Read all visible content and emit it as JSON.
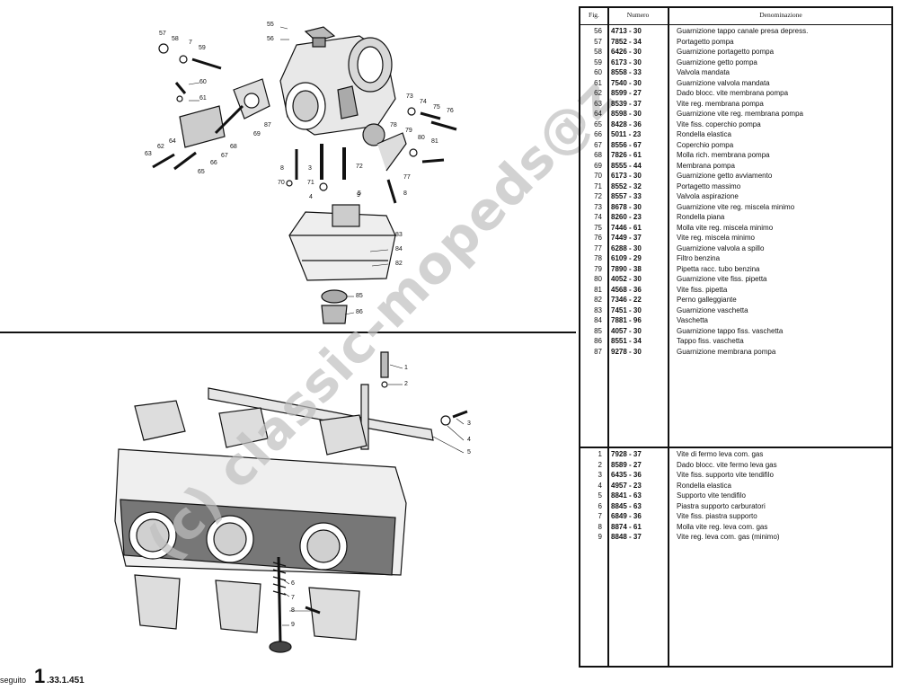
{
  "table": {
    "header": {
      "fig": "Fig.",
      "numero": "Numero",
      "denominazione": "Denominazione"
    },
    "group1": [
      {
        "fig": "56",
        "numero": "4713 - 30",
        "desc": "Guarnizione tappo canale presa depress."
      },
      {
        "fig": "57",
        "numero": "7852 - 34",
        "desc": "Portagetto pompa"
      },
      {
        "fig": "58",
        "numero": "6426 - 30",
        "desc": "Guarnizione portagetto pompa"
      },
      {
        "fig": "59",
        "numero": "6173 - 30",
        "desc": "Guarnizione getto pompa"
      },
      {
        "fig": "60",
        "numero": "8558 - 33",
        "desc": "Valvola mandata"
      },
      {
        "fig": "61",
        "numero": "7540 - 30",
        "desc": "Guarnizione valvola mandata"
      },
      {
        "fig": "62",
        "numero": "8599 - 27",
        "desc": "Dado blocc. vite membrana pompa"
      },
      {
        "fig": "63",
        "numero": "8539 - 37",
        "desc": "Vite reg. membrana pompa"
      },
      {
        "fig": "64",
        "numero": "8598 - 30",
        "desc": "Guarnizione vite reg. membrana pompa"
      },
      {
        "fig": "65",
        "numero": "8428 - 36",
        "desc": "Vite fiss. coperchio pompa"
      },
      {
        "fig": "66",
        "numero": "5011 - 23",
        "desc": "Rondella elastica"
      },
      {
        "fig": "67",
        "numero": "8556 - 67",
        "desc": "Coperchio pompa"
      },
      {
        "fig": "68",
        "numero": "7826 - 61",
        "desc": "Molla rich. membrana pompa"
      },
      {
        "fig": "69",
        "numero": "8555 - 44",
        "desc": "Membrana pompa"
      },
      {
        "fig": "70",
        "numero": "6173 - 30",
        "desc": "Guarnizione getto avviamento"
      },
      {
        "fig": "71",
        "numero": "8552 - 32",
        "desc": "Portagetto massimo"
      },
      {
        "fig": "72",
        "numero": "8557 - 33",
        "desc": "Valvola aspirazione"
      },
      {
        "fig": "73",
        "numero": "8678 - 30",
        "desc": "Guarnizione vite reg. miscela minimo"
      },
      {
        "fig": "74",
        "numero": "8260 - 23",
        "desc": "Rondella piana"
      },
      {
        "fig": "75",
        "numero": "7446 - 61",
        "desc": "Molla vite reg. miscela minimo"
      },
      {
        "fig": "76",
        "numero": "7449 - 37",
        "desc": "Vite reg. miscela minimo"
      },
      {
        "fig": "77",
        "numero": "6288 - 30",
        "desc": "Guarnizione valvola a spillo"
      },
      {
        "fig": "78",
        "numero": "6109 - 29",
        "desc": "Filtro benzina"
      },
      {
        "fig": "79",
        "numero": "7890 - 38",
        "desc": "Pipetta racc. tubo benzina"
      },
      {
        "fig": "80",
        "numero": "4052 - 30",
        "desc": "Guarnizione vite fiss. pipetta"
      },
      {
        "fig": "81",
        "numero": "4568 - 36",
        "desc": "Vite fiss. pipetta"
      },
      {
        "fig": "82",
        "numero": "7346 - 22",
        "desc": "Perno galleggiante"
      },
      {
        "fig": "83",
        "numero": "7451 - 30",
        "desc": "Guarnizione vaschetta"
      },
      {
        "fig": "84",
        "numero": "7881 - 96",
        "desc": "Vaschetta"
      },
      {
        "fig": "85",
        "numero": "4057 - 30",
        "desc": "Guarnizione tappo fiss. vaschetta"
      },
      {
        "fig": "86",
        "numero": "8551 - 34",
        "desc": "Tappo fiss. vaschetta"
      },
      {
        "fig": "87",
        "numero": "9278 - 30",
        "desc": "Guarnizione membrana pompa"
      }
    ],
    "group2": [
      {
        "fig": "1",
        "numero": "7928 - 37",
        "desc": "Vite di fermo leva com. gas"
      },
      {
        "fig": "2",
        "numero": "8589 - 27",
        "desc": "Dado blocc. vite fermo leva gas"
      },
      {
        "fig": "3",
        "numero": "6435 - 36",
        "desc": "Vite fiss. supporto vite tendifilo"
      },
      {
        "fig": "4",
        "numero": "4957 - 23",
        "desc": "Rondella elastica"
      },
      {
        "fig": "5",
        "numero": "8841 - 63",
        "desc": "Supporto vite tendifilo"
      },
      {
        "fig": "6",
        "numero": "8845 - 63",
        "desc": "Piastra supporto carburatori"
      },
      {
        "fig": "7",
        "numero": "6849 - 36",
        "desc": "Vite fiss. piastra supporto"
      },
      {
        "fig": "8",
        "numero": "8874 - 61",
        "desc": "Molla vite reg. leva com. gas"
      },
      {
        "fig": "9",
        "numero": "8848 - 37",
        "desc": "Vite reg. leva com. gas (minimo)"
      }
    ]
  },
  "callouts_top": [
    "55",
    "56",
    "57",
    "58",
    "7",
    "59",
    "60",
    "61",
    "62",
    "63",
    "64",
    "65",
    "66",
    "67",
    "68",
    "69",
    "87",
    "8",
    "3",
    "72",
    "70",
    "71",
    "4",
    "5",
    "73",
    "74",
    "75",
    "76",
    "78",
    "79",
    "80",
    "81",
    "77",
    "8",
    "83",
    "84",
    "82",
    "85",
    "86",
    "9"
  ],
  "callouts_bottom": [
    "1",
    "2",
    "3",
    "4",
    "5",
    "6",
    "7",
    "8",
    "9"
  ],
  "watermark": "(c) classic-mopeds@z",
  "footer": {
    "seguito": "seguito",
    "big": "1",
    "code": ".33.1.451"
  }
}
